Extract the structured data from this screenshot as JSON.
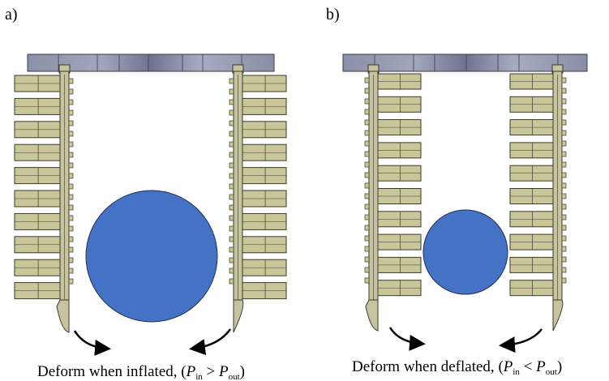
{
  "panels": [
    {
      "label": "a)",
      "caption_main": "Deform when inflated, ",
      "relation": ">",
      "state": "inflated"
    },
    {
      "label": "b)",
      "caption_main": "Deform when deflated, ",
      "relation": "<",
      "state": "deflated"
    }
  ],
  "symbols": {
    "pressure": "P",
    "sub_in": "in",
    "sub_out": "out"
  },
  "colors": {
    "segment_fill": "#c9c79a",
    "segment_stroke": "#3b3a2a",
    "rail_fill": "#c6c3a0",
    "bar_fill": "#8e93ab",
    "bar_stroke": "#3a3c4a",
    "object_fill": "#4472c4",
    "object_stroke": "#1f2f55",
    "arrow": "#000000"
  }
}
